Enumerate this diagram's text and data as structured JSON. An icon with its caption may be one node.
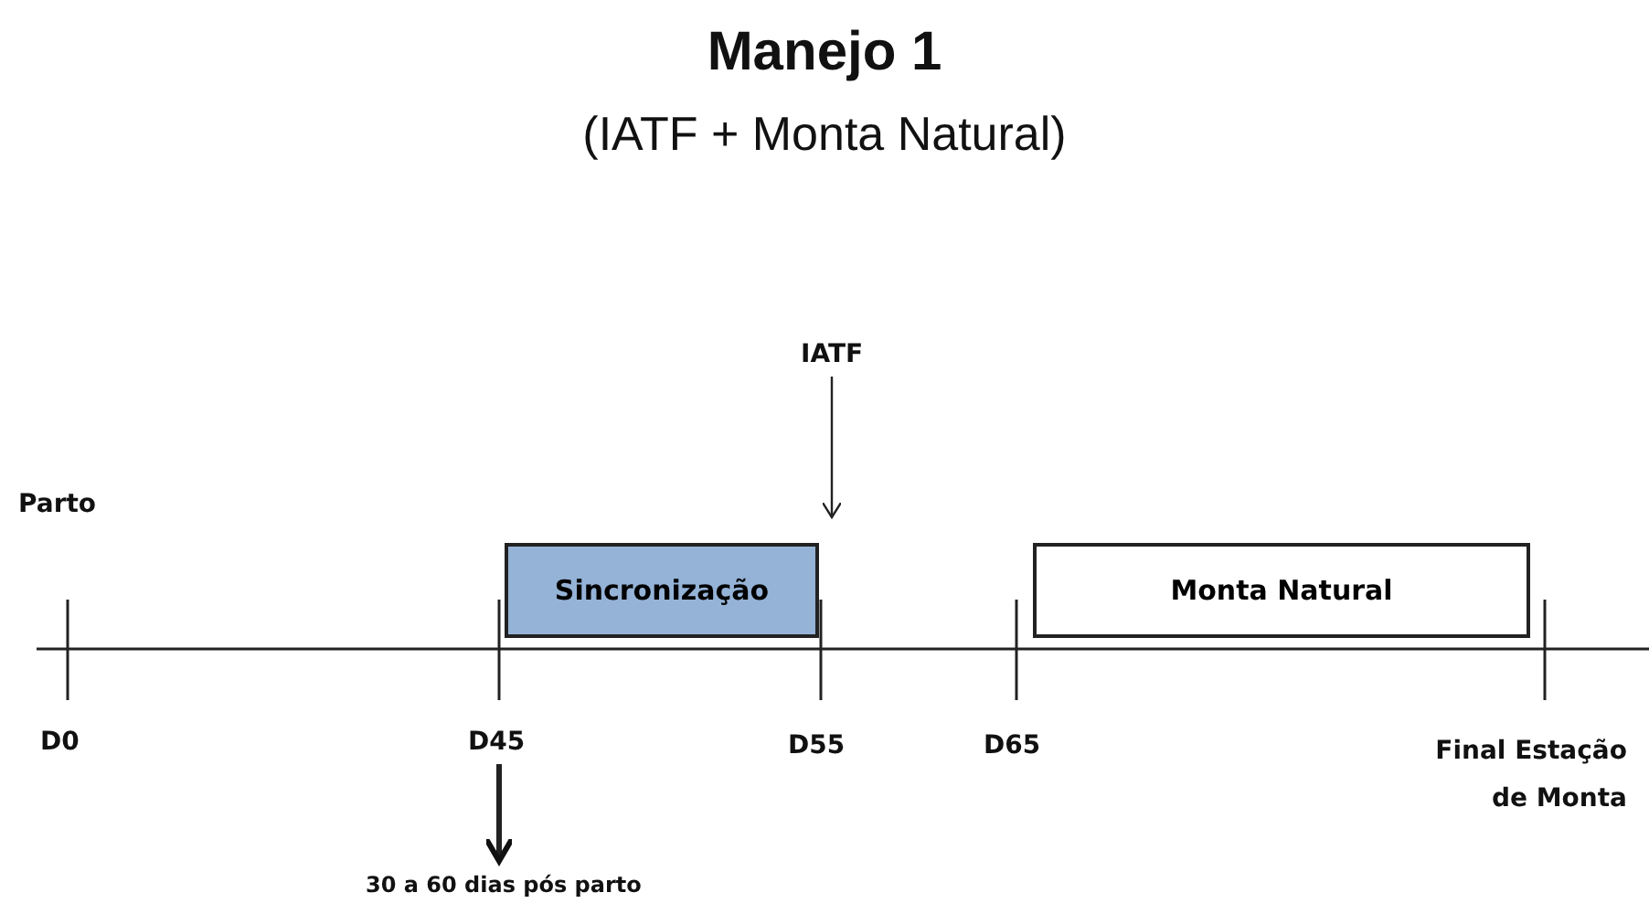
{
  "diagram": {
    "title": "Manejo 1",
    "nodes": [
      {
        "text": [
          "Sincronização"
        ]
      },
      {
        "text": [
          "Monta Natural"
        ]
      },
      {
        "text": [
          "IATF"
        ]
      },
      {
        "text": [
          "D45"
        ]
      },
      {
        "text": [
          "30 a 60 dias pós parto"
        ]
      }
    ],
    "edges": [
      {
        "from": 2,
        "to": 0,
        "arrow": "to"
      },
      {
        "from": 3,
        "to": 4,
        "arrow": "to",
        "style": "thick"
      }
    ],
    "labels": [
      "(IATF + Monta Natural)",
      "Parto",
      "D0",
      "D55",
      "D65",
      "Final Estação de Monta"
    ]
  }
}
